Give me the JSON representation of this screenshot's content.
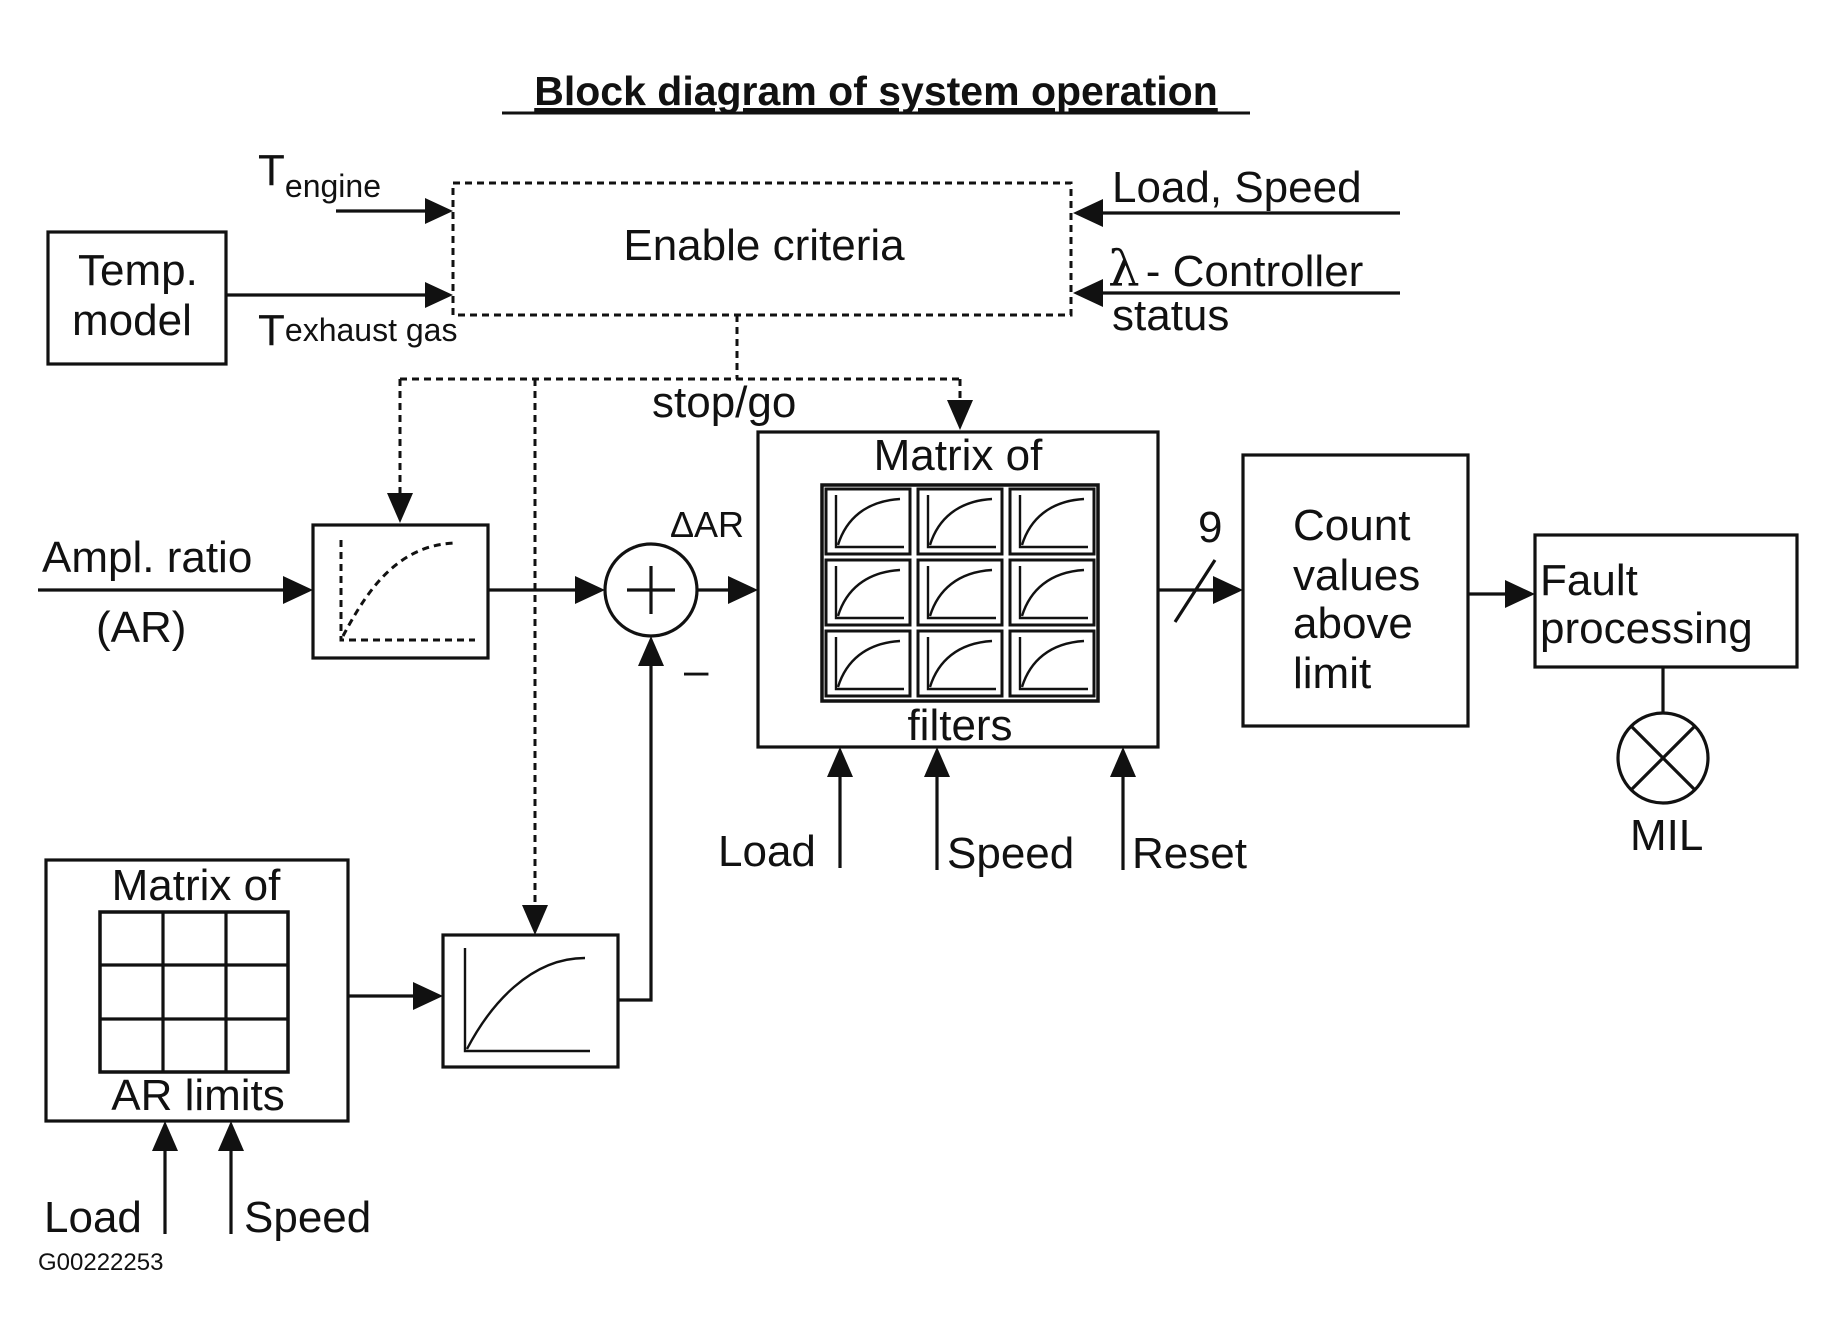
{
  "title": "Block diagram of system operation",
  "enable_block": {
    "label": "Enable criteria"
  },
  "inputs": {
    "t_engine_main": "T",
    "t_engine_sub": "engine",
    "t_exhaust_main": "T",
    "t_exhaust_sub": "exhaust gas",
    "load_speed": "Load, Speed",
    "lambda_symbol": "λ",
    "lambda_text": "- Controller",
    "lambda_status": "status",
    "stop_go": "stop/go",
    "ampl_ratio": "Ampl. ratio",
    "ar": "(AR)",
    "delta_ar": "ΔAR",
    "minus": "–",
    "bus_width": "9"
  },
  "temp_model": {
    "line1": "Temp.",
    "line2": "model"
  },
  "filter_matrix": {
    "top": "Matrix of",
    "bottom": "filters",
    "load": "Load",
    "speed": "Speed",
    "reset": "Reset"
  },
  "count_block": {
    "line1": "Count",
    "line2": "values",
    "line3": "above",
    "line4": "limit"
  },
  "fault_block": {
    "line1": "Fault",
    "line2": "processing"
  },
  "mil": "MIL",
  "limits_matrix": {
    "top": "Matrix of",
    "bottom": "AR limits",
    "load": "Load",
    "speed": "Speed"
  },
  "figure_id": "G00222253"
}
